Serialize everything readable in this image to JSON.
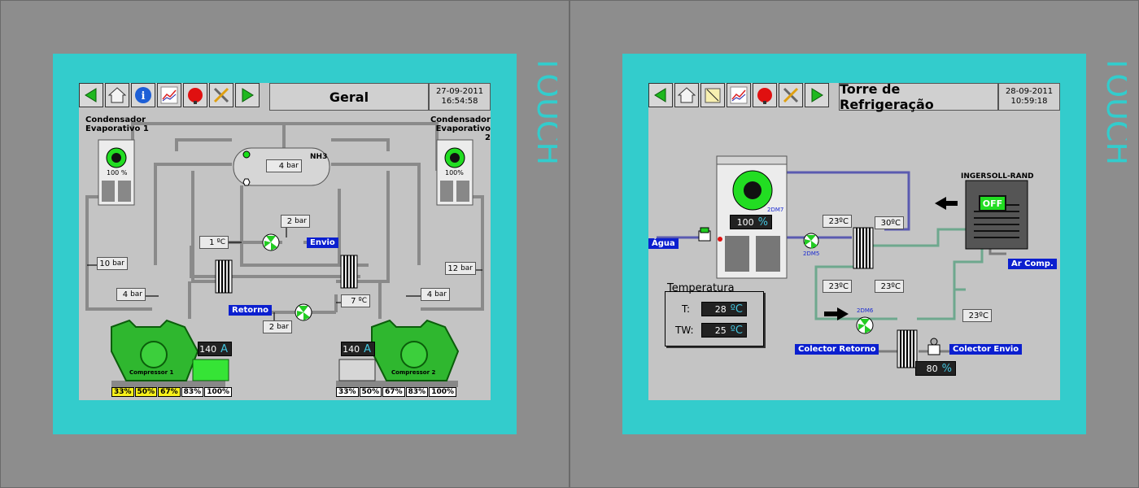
{
  "touch_label": "TOUCH",
  "left": {
    "title": "Geral",
    "date": "27-09-2011",
    "time": "16:54:58",
    "condensador1": {
      "line1": "Condensador",
      "line2": "Evaporativo 1",
      "fan_percent": "100 %"
    },
    "condensador2": {
      "line1": "Condensador",
      "line2": "Evaporativo 2",
      "fan_percent": "100%"
    },
    "tank_label": "NH3",
    "tank_pressure": {
      "value": "4",
      "unit": "bar"
    },
    "pressure_envio": {
      "value": "2",
      "unit": "bar"
    },
    "temp_envio": {
      "value": "1",
      "unit": "ºC"
    },
    "envio_label": "Envio",
    "pressure_left_mid": {
      "value": "10",
      "unit": "bar"
    },
    "pressure_right_mid": {
      "value": "12",
      "unit": "bar"
    },
    "pressure_left_low": {
      "value": "4",
      "unit": "bar"
    },
    "pressure_right_low": {
      "value": "4",
      "unit": "bar"
    },
    "temp_retorno": {
      "value": "7",
      "unit": "ºC"
    },
    "retorno_label": "Retorno",
    "pressure_retorno": {
      "value": "2",
      "unit": "bar"
    },
    "compressor1": {
      "label": "Compressor 1",
      "current": "140",
      "unit": "A",
      "steps": [
        "33%",
        "50%",
        "67%",
        "83%",
        "100%"
      ],
      "active_steps": 3
    },
    "compressor2": {
      "label": "Compressor 2",
      "current": "140",
      "unit": "A",
      "steps": [
        "33%",
        "50%",
        "67%",
        "83%",
        "100%"
      ],
      "active_steps": 0
    }
  },
  "right": {
    "title": "Torre de Refrigeração",
    "date": "28-09-2011",
    "time": "10:59:18",
    "tower_fan_tag": "2DM7",
    "tower_fan_value": "100",
    "tower_fan_unit": "%",
    "agua_label": "Água",
    "pump1_tag": "2DM5",
    "temp_t1": "23ºC",
    "temp_t2": "30ºC",
    "temp_t3": "23ºC",
    "temp_t4": "23ºC",
    "temp_t5": "23ºC",
    "compressor_brand": "INGERSOLL-RAND",
    "compressor_state": "OFF",
    "ar_comp_label": "Ar Comp.",
    "pump2_tag": "2DM6",
    "collector_return_label": "Colector Retorno",
    "collector_send_label": "Colector Envio",
    "valve_value": "80",
    "valve_unit": "%",
    "temperatura": {
      "title": "Temperatura",
      "t_label": "T:",
      "t_value": "28",
      "tw_label": "TW:",
      "tw_value": "25",
      "unit": "ºC"
    }
  }
}
